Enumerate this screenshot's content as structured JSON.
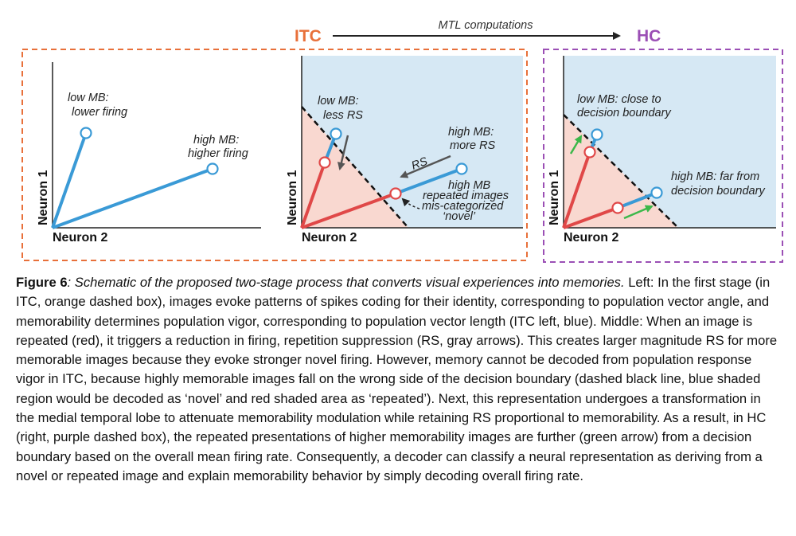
{
  "header": {
    "left_region": "ITC",
    "right_region": "HC",
    "arrow_label": "MTL computations"
  },
  "colors": {
    "itc_orange": "#e8703a",
    "hc_purple": "#9b4fb5",
    "novel_blue": "#3a9ad6",
    "repeat_red": "#e04848",
    "novel_region": "#d6e8f4",
    "repeat_region": "#f9d8d0",
    "rs_arrow": "#555555",
    "hc_green": "#3cb84a"
  },
  "panels": {
    "left": {
      "y_axis": "Neuron 1",
      "x_axis": "Neuron 2",
      "low_label": [
        "low MB:",
        "lower firing"
      ],
      "high_label": [
        "high MB:",
        "higher firing"
      ]
    },
    "middle": {
      "y_axis": "Neuron 1",
      "x_axis": "Neuron 2",
      "low_label": [
        "low MB:",
        "less RS"
      ],
      "high_label": [
        "high MB:",
        "more RS"
      ],
      "rs_label": "RS",
      "miscat_label": [
        "high MB",
        "repeated images",
        "mis-categorized",
        "‘novel’"
      ]
    },
    "right": {
      "y_axis": "Neuron 1",
      "x_axis": "Neuron 2",
      "low_label": [
        "low MB: close to",
        "decision boundary"
      ],
      "high_label": [
        "high MB: far from",
        "decision boundary"
      ]
    }
  },
  "caption": {
    "figure_label": "Figure 6",
    "title": ": Schematic of the proposed two-stage process that converts visual experiences into memories.",
    "body": " Left: In the first stage (in ITC, orange dashed box), images evoke patterns of spikes coding for their identity, corresponding to population vector angle, and memorability determines population vigor, corresponding to population vector length (ITC left, blue). Middle: When an image is repeated (red), it triggers a reduction in firing, repetition suppression (RS, gray arrows). This creates larger magnitude RS for more memorable images because they evoke stronger novel firing. However, memory cannot be decoded from population response vigor in ITC, because highly memorable images fall on the wrong side of the decision boundary (dashed black line, blue shaded region would be decoded as ‘novel’ and red shaded area as ‘repeated’). Next, this representation undergoes a transformation in the medial temporal lobe to attenuate memorability modulation while retaining RS proportional to memorability. As a result, in HC (right, purple dashed box), the repeated presentations of higher memorability images are further (green arrow) from a decision boundary based on the overall mean firing rate. Consequently, a decoder can classify a neural representation as deriving from a novel or repeated image and explain memorability behavior by simply decoding overall firing rate."
  }
}
